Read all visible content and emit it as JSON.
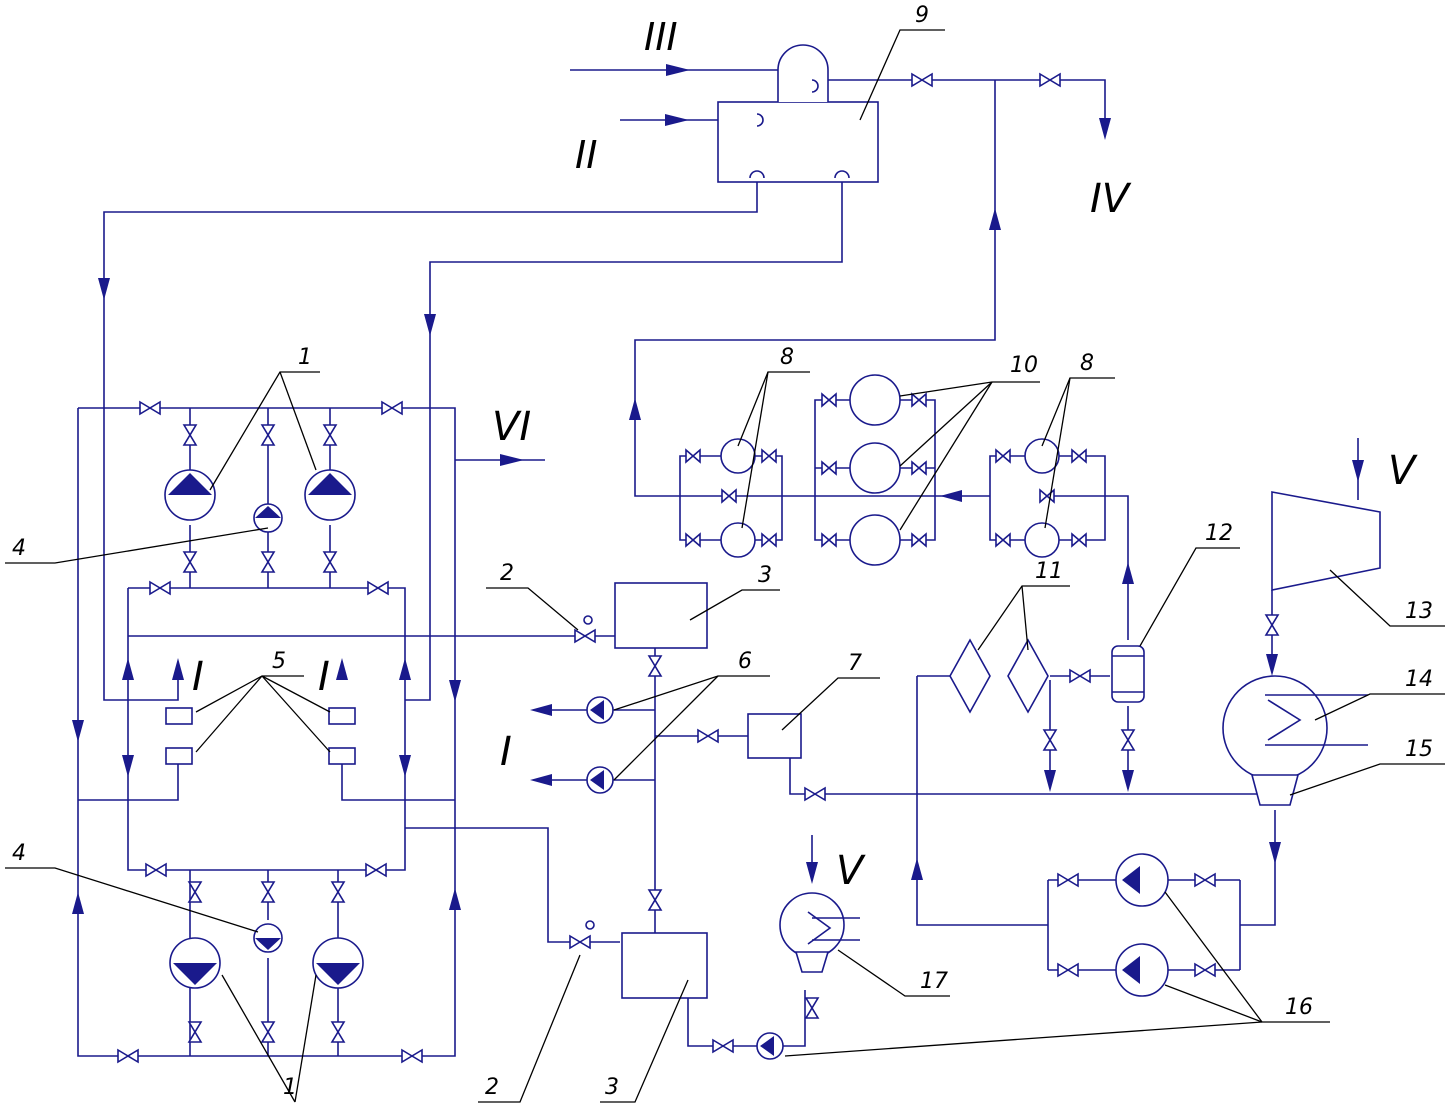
{
  "labels": {
    "n1": "1",
    "n2": "2",
    "n3": "3",
    "n4": "4",
    "n5": "5",
    "n6": "6",
    "n7": "7",
    "n8": "8",
    "n9": "9",
    "n10": "10",
    "n11": "11",
    "n12": "12",
    "n13": "13",
    "n14": "14",
    "n15": "15",
    "n16": "16",
    "n17": "17"
  },
  "flows": {
    "I": "I",
    "II": "II",
    "III": "III",
    "IV": "IV",
    "V": "V",
    "VI": "VI"
  },
  "colors": {
    "pipe": "#1a1a8c",
    "leader": "#000000",
    "background": "#ffffff"
  }
}
